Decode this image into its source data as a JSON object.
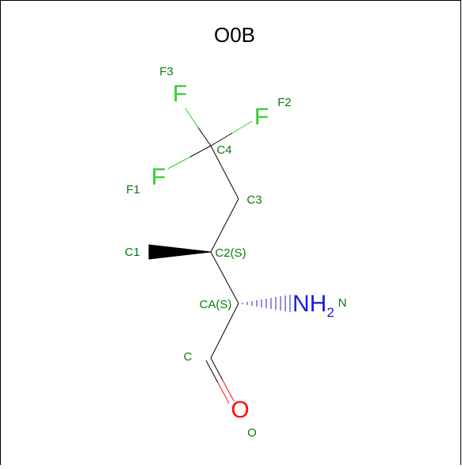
{
  "title": "O0B",
  "colors": {
    "carbon": "#000000",
    "fluorine": "#33cc33",
    "nitrogen": "#1f1fd9",
    "oxygen": "#ff0d0d",
    "label": "#0b7a0b"
  },
  "elements": {
    "F1": "F",
    "F2": "F",
    "F3": "F",
    "N": "NH",
    "N_sub": "2",
    "O": "O"
  },
  "atom_labels": {
    "F3": "F3",
    "F2": "F2",
    "F1": "F1",
    "C4": "C4",
    "C3": "C3",
    "C1": "C1",
    "C2": "C2(S)",
    "CA": "CA(S)",
    "N": "N",
    "C": "C",
    "O": "O"
  }
}
